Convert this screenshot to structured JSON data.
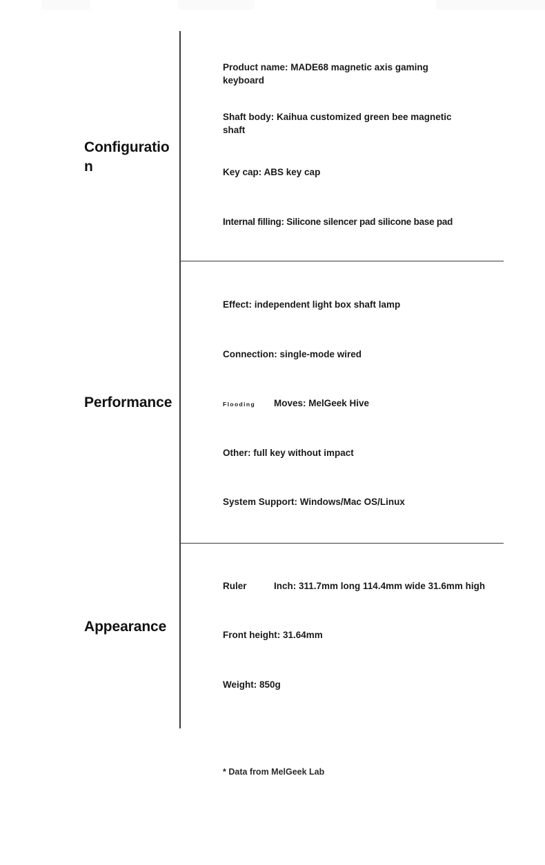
{
  "sections": [
    {
      "label": "Configuration",
      "rows": [
        {
          "text": "Product name: MADE68 magnetic axis gaming keyboard"
        },
        {
          "text": "Shaft body: Kaihua customized green bee magnetic shaft"
        },
        {
          "text": "Key cap: ABS key cap"
        },
        {
          "text": "Internal filling: Silicone silencer pad silicone base pad"
        }
      ]
    },
    {
      "label": "Performance",
      "rows": [
        {
          "text": "Effect: independent light box shaft lamp"
        },
        {
          "text": "Connection: single-mode wired"
        },
        {
          "sub_label": "Flooding",
          "text": "Moves: MelGeek Hive"
        },
        {
          "text": "Other: full key without impact"
        },
        {
          "text": "System Support: Windows/Mac OS/Linux"
        }
      ]
    },
    {
      "label": "Appearance",
      "rows": [
        {
          "sub_label": "Ruler",
          "text": "Inch: 311.7mm long 114.4mm wide 31.6mm high"
        },
        {
          "text": "Front height: 31.64mm"
        },
        {
          "text": "Weight: 850g"
        }
      ]
    }
  ],
  "footnote": "* Data from MelGeek Lab"
}
